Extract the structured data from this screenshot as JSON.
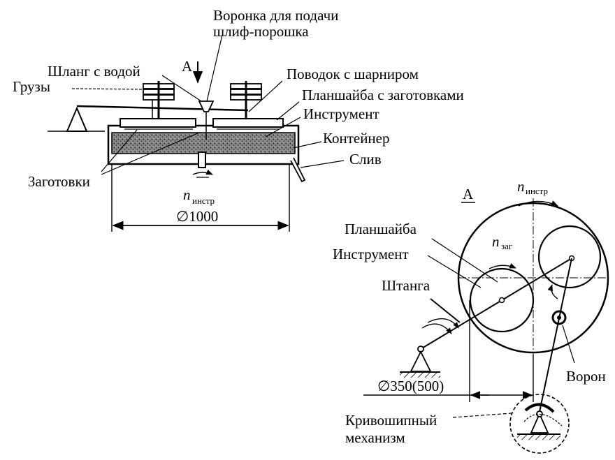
{
  "left": {
    "funnel_label_line1": "Воронка для подачи",
    "funnel_label_line2": "шлиф-порошка",
    "hose_label": "Шланг с водой",
    "view_letter": "А",
    "weights_label": "Грузы",
    "driver_label": "Поводок с шарниром",
    "faceplate_label": "Планшайба с заготовками",
    "tool_label": "Инструмент",
    "container_label": "Контейнер",
    "drain_label": "Слив",
    "workpieces_label": "Заготовки",
    "speed_symbol": "n",
    "speed_subscript": "инстр",
    "diameter": "∅1000"
  },
  "right": {
    "view_letter": "А",
    "tool_speed_symbol": "n",
    "tool_speed_subscript": "инстр",
    "workpiece_speed_symbol": "n",
    "workpiece_speed_subscript": "заг",
    "faceplate_label": "Планшайба",
    "tool_label": "Инструмент",
    "rod_label": "Штанга",
    "diameter": "∅350(500)",
    "funnel_label": "Ворон",
    "crank_label_line1": "Кривошипный",
    "crank_label_line2": "механизм"
  }
}
